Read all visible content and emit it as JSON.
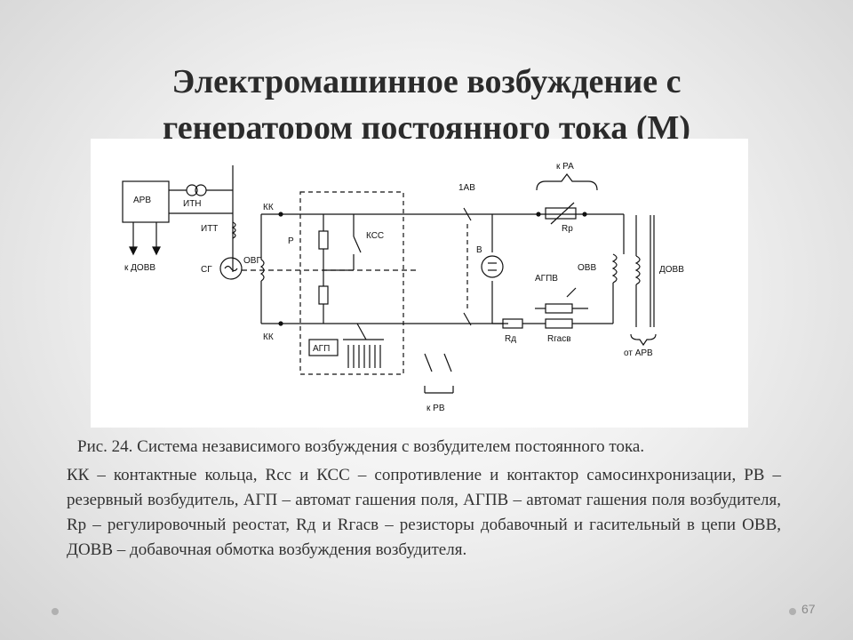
{
  "slide": {
    "title_line1": "Электромашинное возбуждение с",
    "title_line2": "генератором постоянного тока (М)",
    "page_number": "67"
  },
  "figure": {
    "labels": {
      "arv": "АРВ",
      "itn": "ИТН",
      "itt": "ИТТ",
      "k_dovv": "к ДОВВ",
      "sg": "СГ",
      "ovg": "ОВГ",
      "kk_top": "КК",
      "kk_bottom": "КК",
      "r": "Р",
      "kss": "КСС",
      "agp": "АГП",
      "k_rv": "к РВ",
      "av": "1АВ",
      "v": "В",
      "k_ra": "к РА",
      "rr": "Rр",
      "agpv": "АГПВ",
      "ovv": "ОВВ",
      "dovv": "ДОВВ",
      "rd": "Rд",
      "rgasv": "Rгасв",
      "ot_arv": "от АРВ"
    }
  },
  "caption": {
    "figure_text": "Рис. 24. Система независимого возбуждения с возбудителем постоянного тока.",
    "legend_text": "КК – контактные кольца, Rсс и КСС – сопротивление и контактор самосинхронизации, РВ – резервный возбудитель, АГП – автомат гашения поля, АГПВ – автомат гашения поля возбудителя, Rр – регулировочный реостат, Rд и Rгасв – резисторы добавочный и гасительный в цепи ОВВ, ДОВВ – добавочная обмотка возбуждения возбудителя."
  }
}
